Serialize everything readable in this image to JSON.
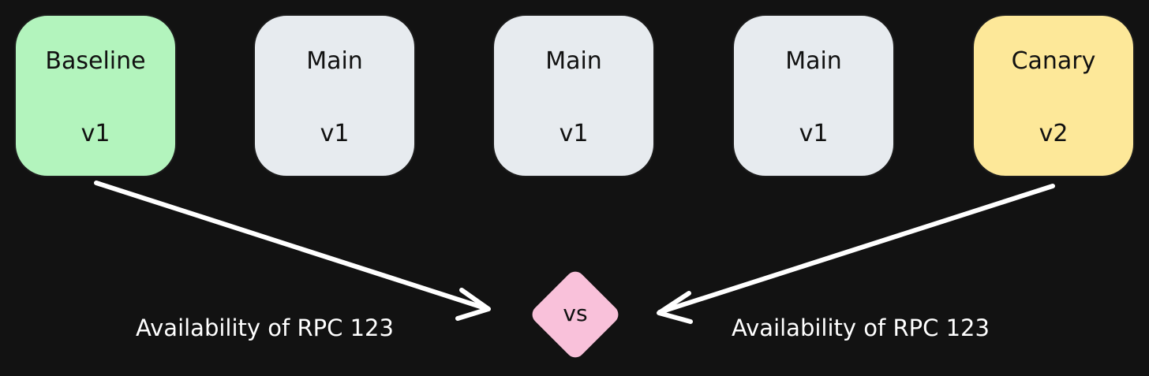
{
  "nodes": [
    {
      "name": "Baseline",
      "version": "v1",
      "color": "#b3f4bd"
    },
    {
      "name": "Main",
      "version": "v1",
      "color": "#e7ebef"
    },
    {
      "name": "Main",
      "version": "v1",
      "color": "#e7ebef"
    },
    {
      "name": "Main",
      "version": "v1",
      "color": "#e7ebef"
    },
    {
      "name": "Canary",
      "version": "v2",
      "color": "#fde899"
    }
  ],
  "comparison": {
    "label": "vs",
    "color": "#f9c1da"
  },
  "metrics": {
    "left": "Availability of RPC 123",
    "right": "Availability of RPC 123"
  },
  "colors": {
    "background": "#121212",
    "arrow": "#ffffff"
  }
}
